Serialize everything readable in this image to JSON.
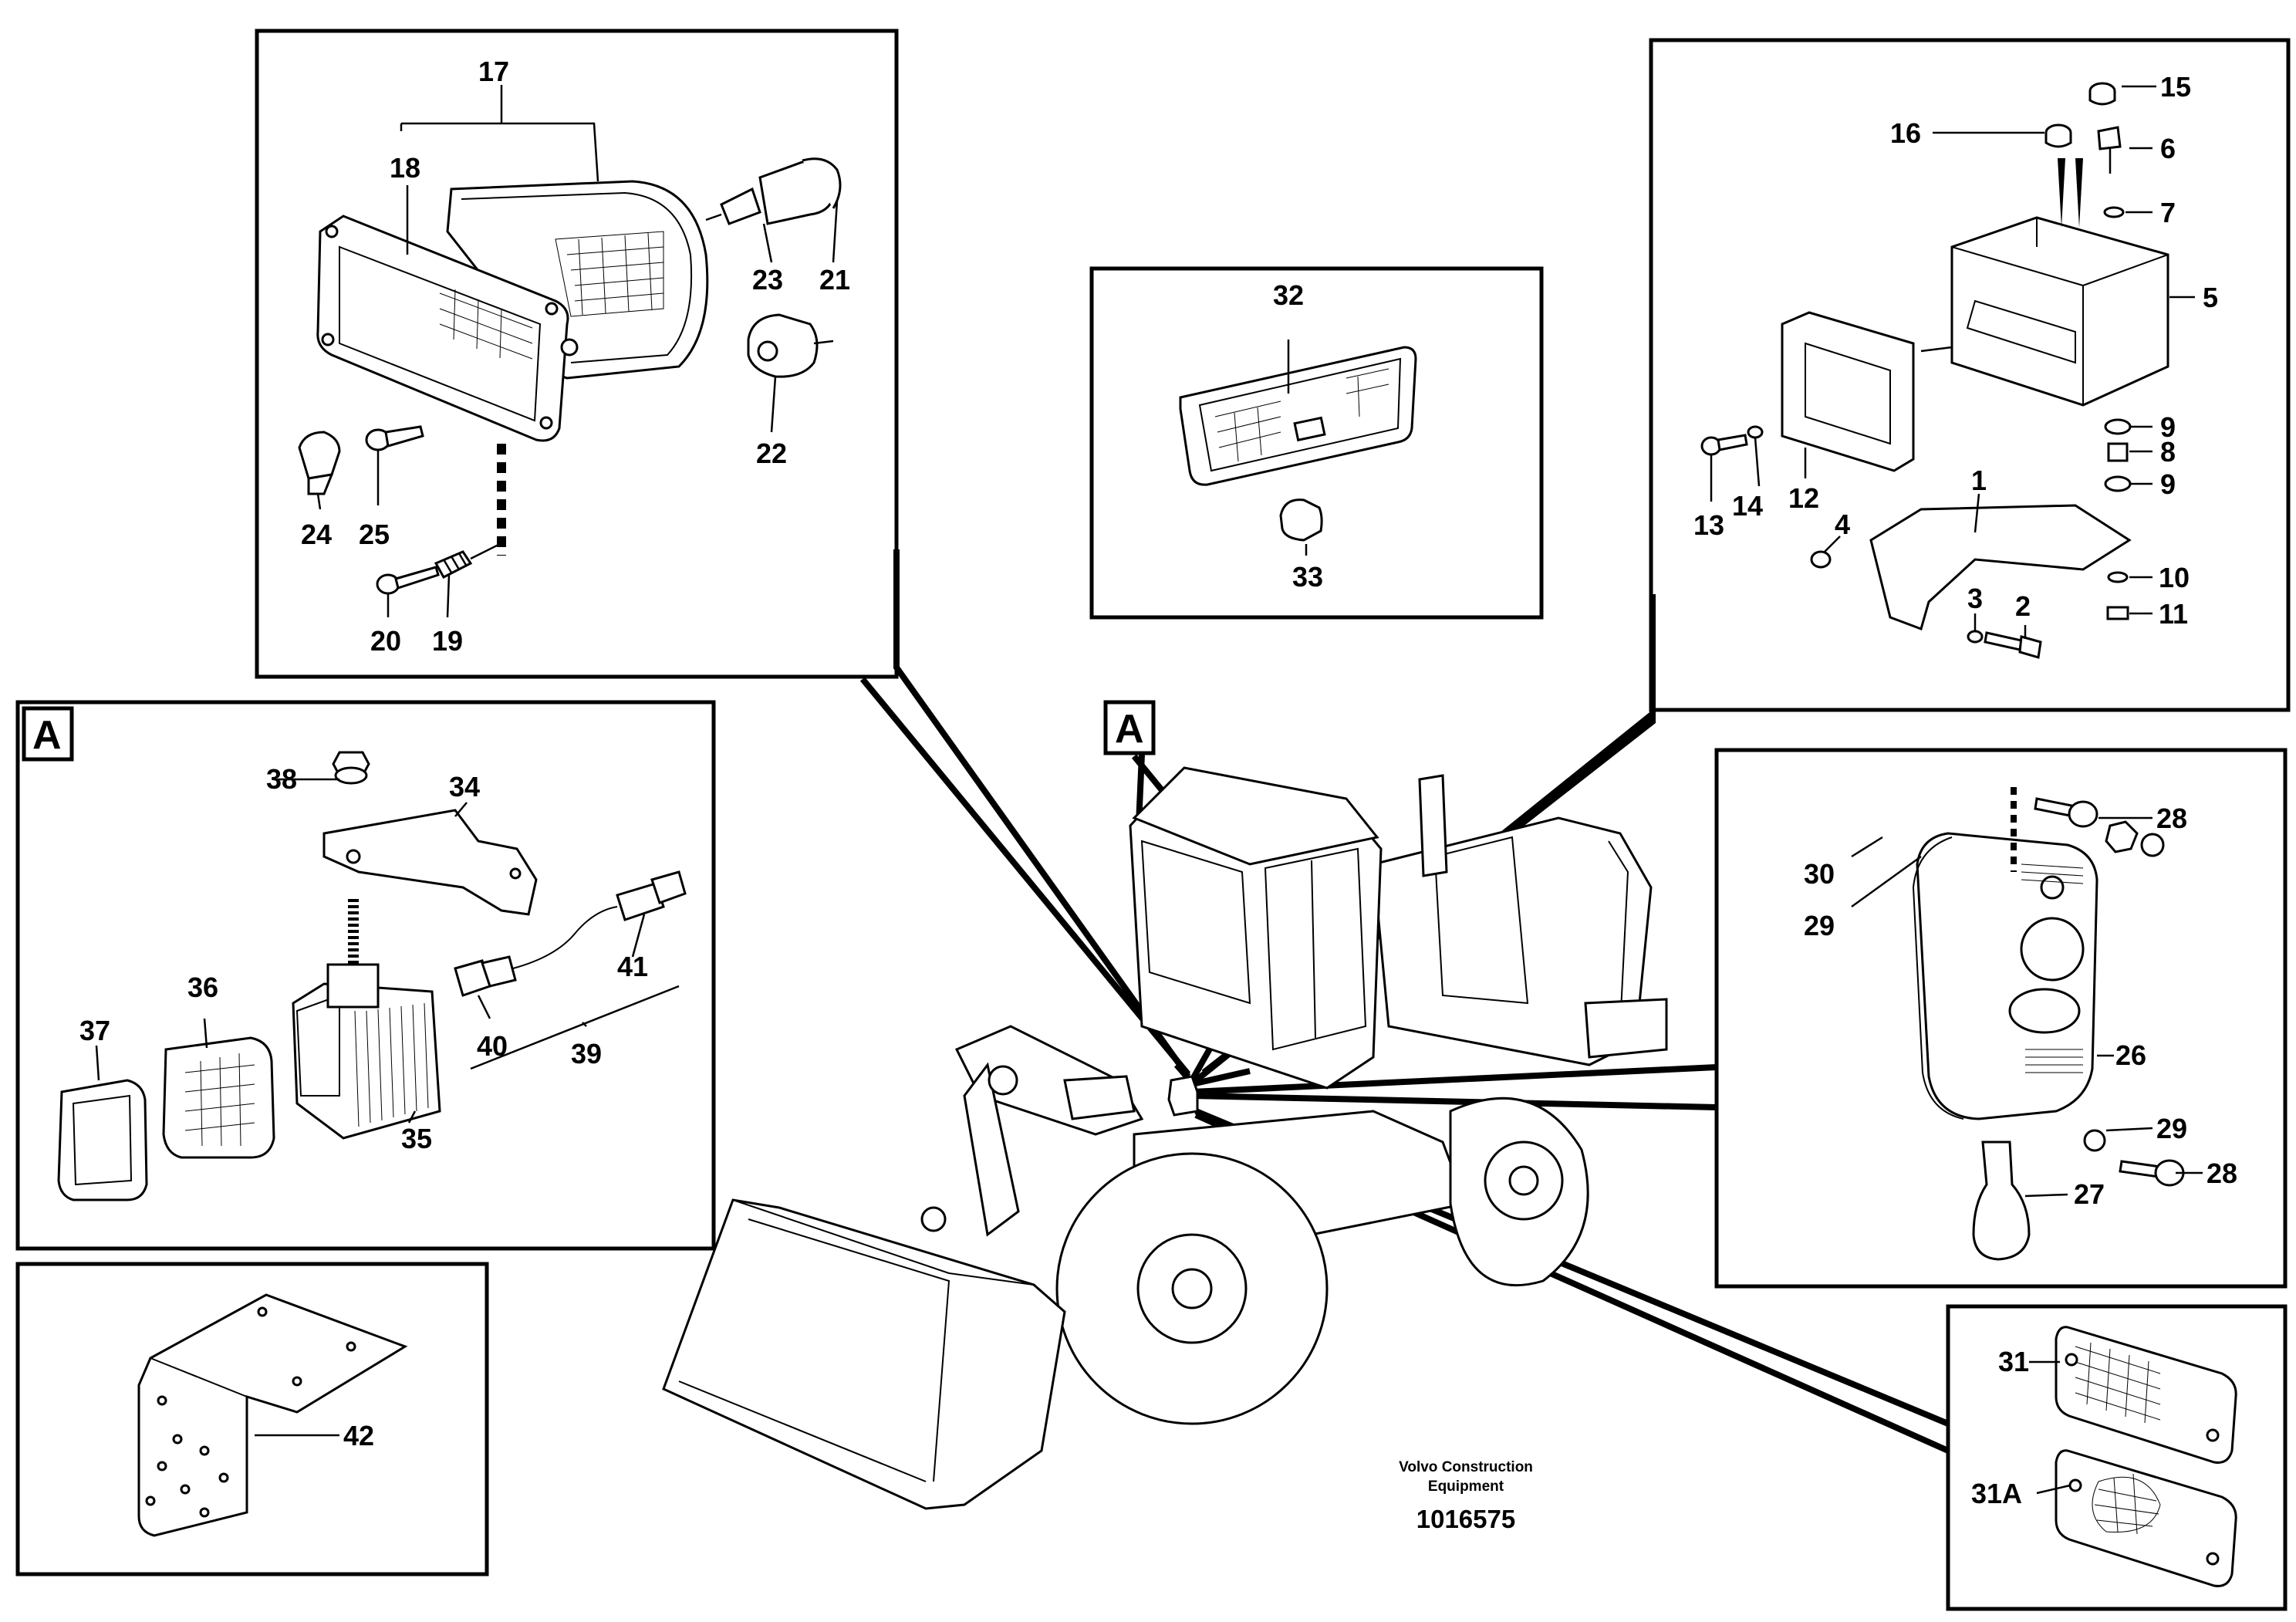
{
  "sections": {
    "A_marker": "A",
    "A_detail_marker": "A"
  },
  "footer": {
    "company_line1": "Volvo Construction",
    "company_line2": "Equipment",
    "drawing_number": "1016575"
  },
  "labels": {
    "p1": "1",
    "p2": "2",
    "p3": "3",
    "p4": "4",
    "p5": "5",
    "p6": "6",
    "p7": "7",
    "p8": "8",
    "p9a": "9",
    "p9b": "9",
    "p10": "10",
    "p11": "11",
    "p12": "12",
    "p13": "13",
    "p14": "14",
    "p15": "15",
    "p16": "16",
    "p17": "17",
    "p18": "18",
    "p19": "19",
    "p20": "20",
    "p21": "21",
    "p22": "22",
    "p23": "23",
    "p24": "24",
    "p25": "25",
    "p26": "26",
    "p27": "27",
    "p28a": "28",
    "p28b": "28",
    "p29a": "29",
    "p29b": "29",
    "p30": "30",
    "p31": "31",
    "p31A": "31A",
    "p32": "32",
    "p33": "33",
    "p34": "34",
    "p35": "35",
    "p36": "36",
    "p37": "37",
    "p38": "38",
    "p39": "39",
    "p40": "40",
    "p41": "41",
    "p42": "42"
  }
}
